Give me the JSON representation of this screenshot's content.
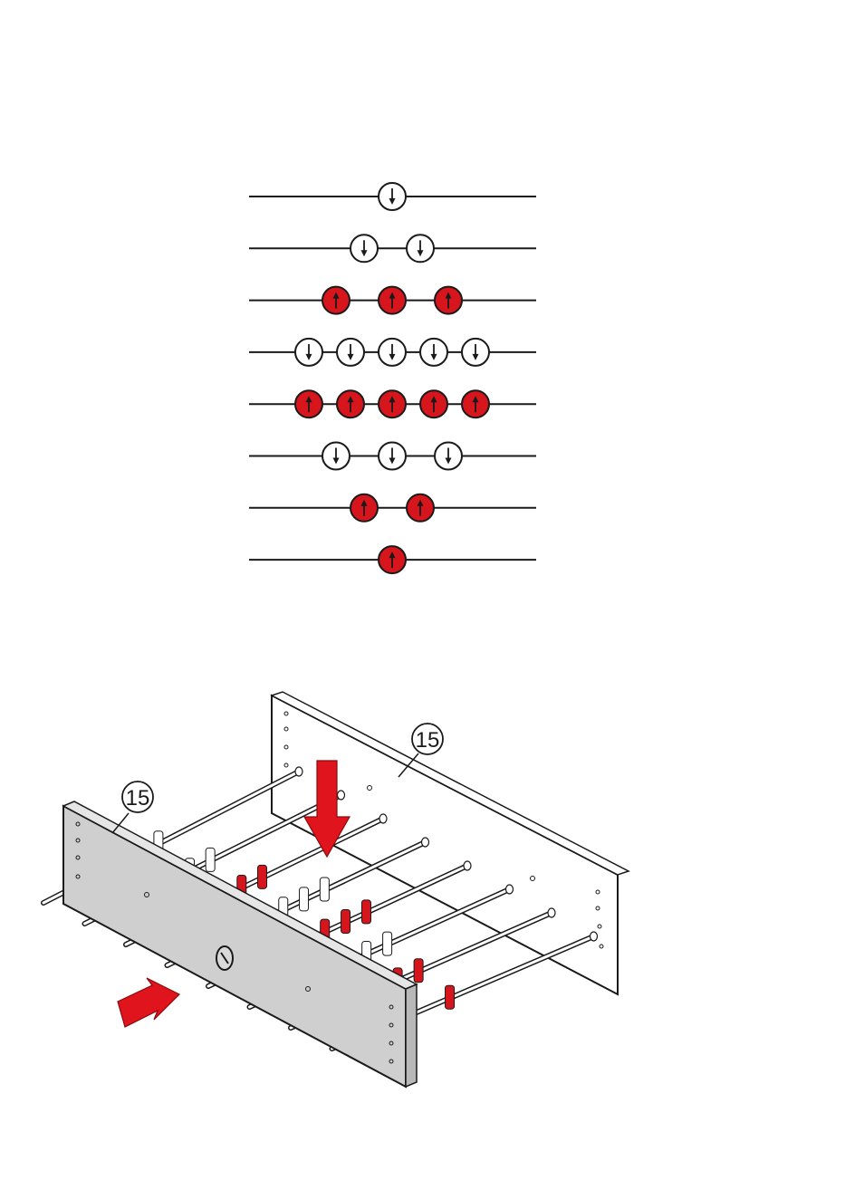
{
  "colors": {
    "red_team": "#d6161c",
    "white_team": "#ffffff",
    "line": "#1a1a1a",
    "panel_front": "#cfcfcf",
    "panel_back": "#ffffff",
    "arrow": "#e0141c"
  },
  "rods": [
    {
      "team": "white",
      "players": 1,
      "direction": "down"
    },
    {
      "team": "white",
      "players": 2,
      "direction": "down"
    },
    {
      "team": "red",
      "players": 3,
      "direction": "up"
    },
    {
      "team": "white",
      "players": 5,
      "direction": "down"
    },
    {
      "team": "red",
      "players": 5,
      "direction": "up"
    },
    {
      "team": "white",
      "players": 3,
      "direction": "down"
    },
    {
      "team": "red",
      "players": 2,
      "direction": "up"
    },
    {
      "team": "red",
      "players": 1,
      "direction": "up"
    }
  ],
  "assembly": {
    "front_panel_label": "15",
    "back_panel_label": "15",
    "rod_count": 8,
    "arrows": [
      "down-arrow",
      "right-arrow"
    ]
  }
}
